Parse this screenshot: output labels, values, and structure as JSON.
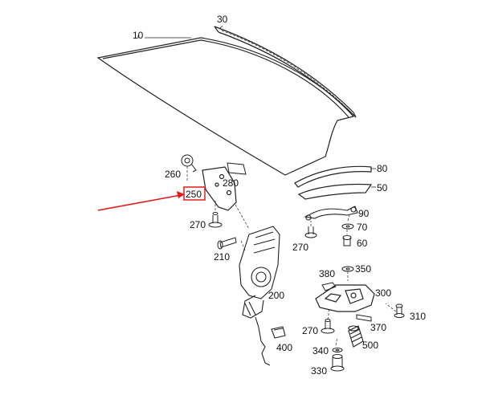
{
  "diagram": {
    "highlight_color": "#e31b1b",
    "highlighted_part": "250",
    "labels": {
      "p10": "10",
      "p30": "30",
      "p260": "260",
      "p280": "280",
      "p250": "250",
      "p270a": "270",
      "p210": "210",
      "p200": "200",
      "p400": "400",
      "p80": "80",
      "p50": "50",
      "p90": "90",
      "p70": "70",
      "p60": "60",
      "p270b": "270",
      "p380": "380",
      "p350": "350",
      "p300": "300",
      "p310": "310",
      "p370": "370",
      "p270c": "270",
      "p340": "340",
      "p500": "500",
      "p330": "330"
    }
  }
}
